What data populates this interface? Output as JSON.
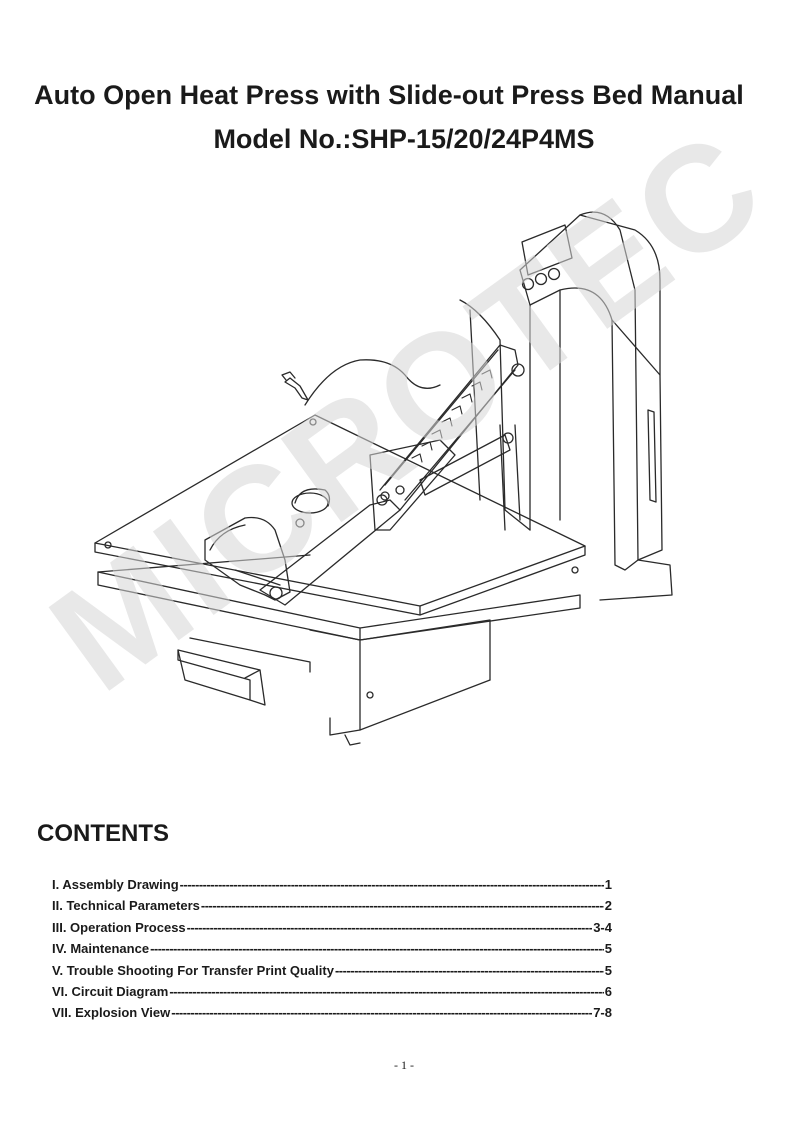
{
  "document": {
    "title_line1": "Auto Open Heat Press with Slide-out Press Bed Manual",
    "title_line2": "Model No.:SHP-15/20/24P4MS",
    "watermark": "MICROTEC",
    "contents_heading": "CONTENTS",
    "toc": [
      {
        "label": "I. Assembly Drawing",
        "page": "1"
      },
      {
        "label": "II. Technical Parameters",
        "page": "2"
      },
      {
        "label": "III. Operation Process",
        "page": "3-4"
      },
      {
        "label": "IV. Maintenance",
        "page": "5"
      },
      {
        "label": "V. Trouble Shooting For Transfer Print Quality",
        "page": "5"
      },
      {
        "label": "VI. Circuit Diagram",
        "page": "6"
      },
      {
        "label": "VII. Explosion View",
        "page": "7-8"
      }
    ],
    "page_number": "- 1 -"
  }
}
